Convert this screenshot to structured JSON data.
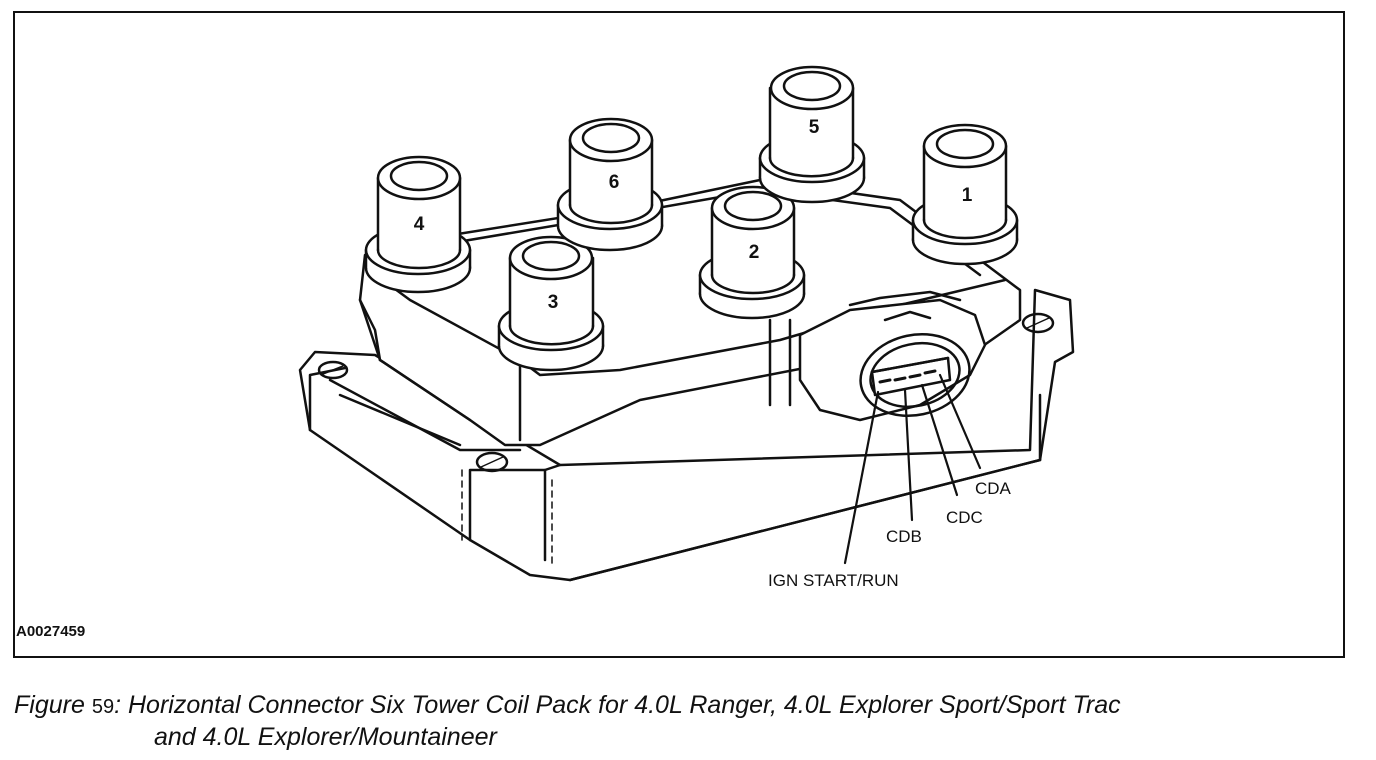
{
  "figure_id": "A0027459",
  "caption": {
    "prefix": "Figure",
    "number": "59",
    "separator": ":",
    "line1": "Horizontal Connector Six Tower Coil Pack for 4.0L Ranger, 4.0L Explorer Sport/Sport Trac",
    "line2": "and 4.0L Explorer/Mountaineer"
  },
  "towers": [
    "1",
    "2",
    "3",
    "4",
    "5",
    "6"
  ],
  "pins": {
    "cda": "CDA",
    "cdb": "CDB",
    "cdc": "CDC",
    "ign": "IGN START/RUN"
  }
}
